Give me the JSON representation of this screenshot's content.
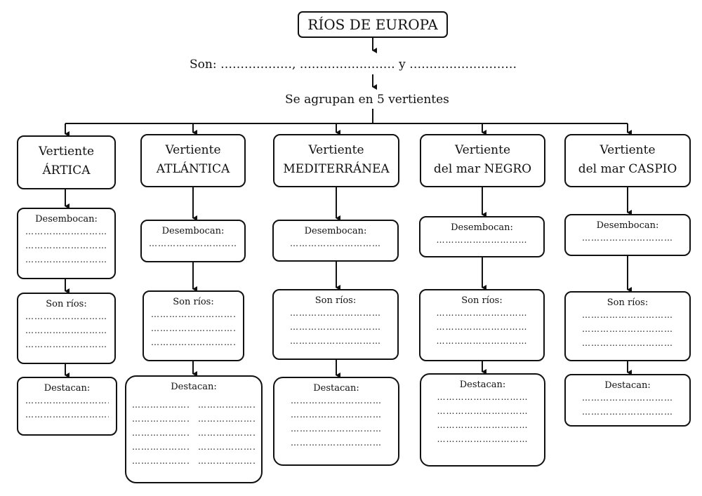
{
  "title": "RÍOS DE EUROPA",
  "son_line": "Son: ………………, …………………… y ………………………",
  "agrupan": "Se agrupan en 5 vertientes",
  "labels": {
    "desembocan": "Desembocan:",
    "son_rios": "Son ríos:",
    "destacan": "Destacan:"
  },
  "dots": "…………………………",
  "vertientes": [
    {
      "l1": "Vertiente",
      "l2": "ÁRTICA"
    },
    {
      "l1": "Vertiente",
      "l2": "ATLÁNTICA"
    },
    {
      "l1": "Vertiente",
      "l2": "MEDITERRÁNEA"
    },
    {
      "l1": "Vertiente",
      "l2": "del mar NEGRO"
    },
    {
      "l1": "Vertiente",
      "l2": "del mar CASPIO"
    }
  ]
}
